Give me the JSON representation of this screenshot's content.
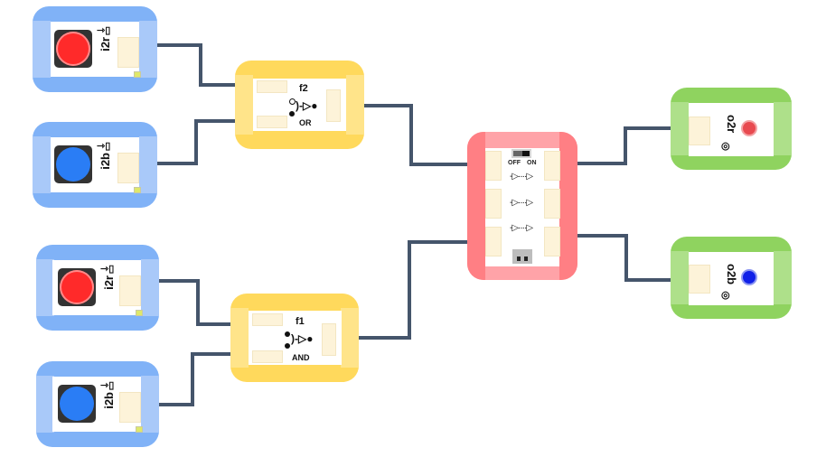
{
  "modules": {
    "in_top_red": {
      "label": "i2r",
      "type": "button",
      "color": "#ff2a2a"
    },
    "in_top_blue": {
      "label": "i2b",
      "type": "button",
      "color": "#2a7df5"
    },
    "in_bot_red": {
      "label": "i2r",
      "type": "button",
      "color": "#ff2a2a"
    },
    "in_bot_blue": {
      "label": "i2b",
      "type": "button",
      "color": "#2a7df5"
    },
    "gate_f2": {
      "name": "f2",
      "gate": "OR"
    },
    "gate_f1": {
      "name": "f1",
      "gate": "AND"
    },
    "hub": {
      "switch_off": "OFF",
      "switch_on": "ON",
      "routes": [
        "-▷····▷",
        "-▷····▷",
        "-▷····▷"
      ]
    },
    "out_red": {
      "label": "o2r",
      "type": "led",
      "color": "#e84a50"
    },
    "out_blue": {
      "label": "o2b",
      "type": "led",
      "color": "#1020e8"
    }
  },
  "icons": {
    "input": "input-arrow-icon",
    "output": "bulb-icon"
  },
  "colors": {
    "wire": "#45556b",
    "input_module": "#80b2f7",
    "gate_module": "#ffd95c",
    "hub_module": "#ff7f84",
    "output_module": "#8fd35f"
  }
}
